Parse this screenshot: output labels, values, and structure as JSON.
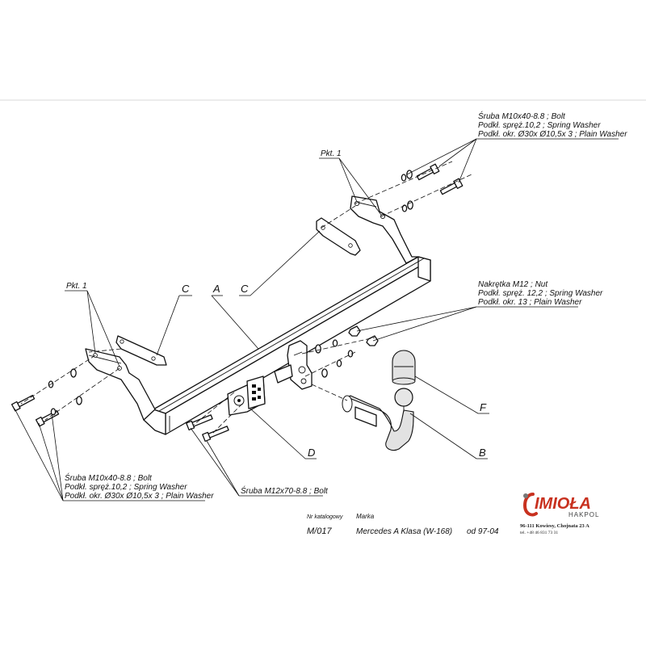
{
  "labels": {
    "pkt1_top": "Pkt. 1",
    "pkt1_left": "Pkt. 1",
    "c_left": "C",
    "c_mid": "C",
    "a": "A",
    "d": "D",
    "b": "B",
    "f": "F"
  },
  "callouts": {
    "top_right": [
      "Śruba M10x40-8.8 ;  Bolt",
      "Podkł. spręż.10,2 ; Spring Washer",
      "Podkł. okr. Ø30x Ø10,5x 3 ; Plain Washer"
    ],
    "nut_group": [
      "Nakrętka  M12 ; Nut",
      "Podkł. spręż. 12,2 ; Spring Washer",
      "Podkł. okr. 13 ; Plain Washer"
    ],
    "bottom_left": [
      "Śruba M10x40-8.8 ;  Bolt",
      "Podkł. spręż.10,2 ; Spring Washer",
      "Podkł. okr. Ø30x Ø10,5x 3 ; Plain Washer"
    ],
    "bottom_mid": "Śruba M12x70-8.8 ;  Bolt"
  },
  "title_block": {
    "catalog_header": "Nr katalogowy",
    "make_header": "Marka",
    "catalog_no": "M/017",
    "model": "Mercedes A Klasa  (W-168)",
    "date": "od 97-04"
  },
  "company": {
    "name": "IMIOŁA",
    "sub": "HAKPOL",
    "address": "96-111 Kowiesy, Chojnata 23 A",
    "phone": "tel. +48 46 831 73 31",
    "brand_color": "#c8311f"
  }
}
